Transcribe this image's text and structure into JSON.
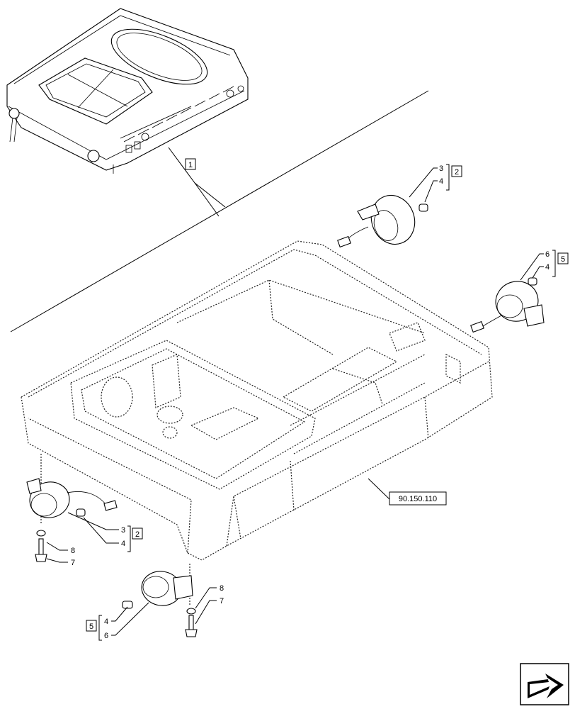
{
  "callouts": {
    "item_1": "1",
    "item_2": "2",
    "item_3": "3",
    "item_4": "4",
    "item_5": "5",
    "item_6": "6",
    "item_7": "7",
    "item_8": "8",
    "ref_label": "90.150.110"
  },
  "nav": {
    "icon": "next-page-arrow-icon"
  }
}
